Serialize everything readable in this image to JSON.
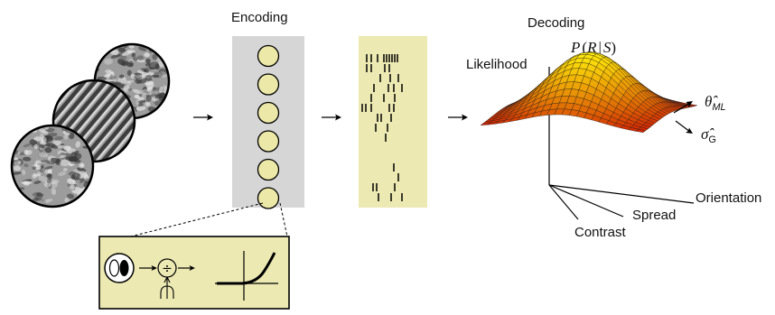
{
  "labels": {
    "encoding": "Encoding",
    "decoding": "Decoding",
    "likelihood": "Likelihood",
    "orientation": "Orientation",
    "spread": "Spread",
    "contrast": "Contrast"
  },
  "formula": {
    "p": "P",
    "open": "(",
    "r": "R",
    "bar": "|",
    "s": "S",
    "close": ")"
  },
  "outputs": {
    "theta_hat": "θ̂",
    "theta_sub": "ML",
    "sigma_hat": "σ̂",
    "sigma_sub": "G"
  },
  "divisive_symbol": "÷",
  "num_neurons": 6,
  "colors": {
    "encoder_bg": "#d6d6d6",
    "neuron_fill": "#ece9a8",
    "spike_panel": "#ece9b2",
    "inset_panel": "#ece9b2"
  }
}
